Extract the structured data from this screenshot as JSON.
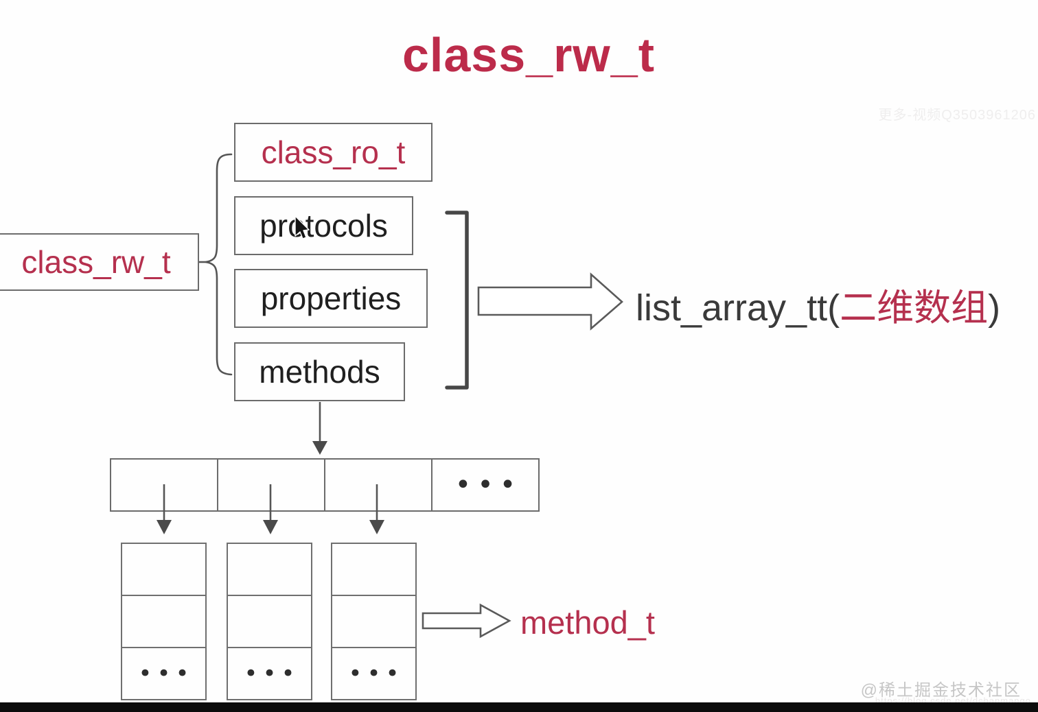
{
  "title": "class_rw_t",
  "watermark_top": "更多-视频Q3503961206",
  "root_box": {
    "label": "class_rw_t"
  },
  "stack": [
    "class_ro_t",
    "protocols",
    "properties",
    "methods"
  ],
  "list_array": {
    "prefix": "list_array_tt(",
    "cn": "二维数组",
    "suffix": ")"
  },
  "method_t_label": "method_t",
  "ellipsis": "•••",
  "footer": {
    "community": "@稀土掘金技术社区",
    "url": "https://blog.csdn.net/dchanmango"
  },
  "colors": {
    "title_red": "#bc2b4a",
    "accent_red": "#b5304e",
    "ink": "#3a3a3a",
    "line_gray": "#555555",
    "box_border": "#6b6b6b"
  }
}
